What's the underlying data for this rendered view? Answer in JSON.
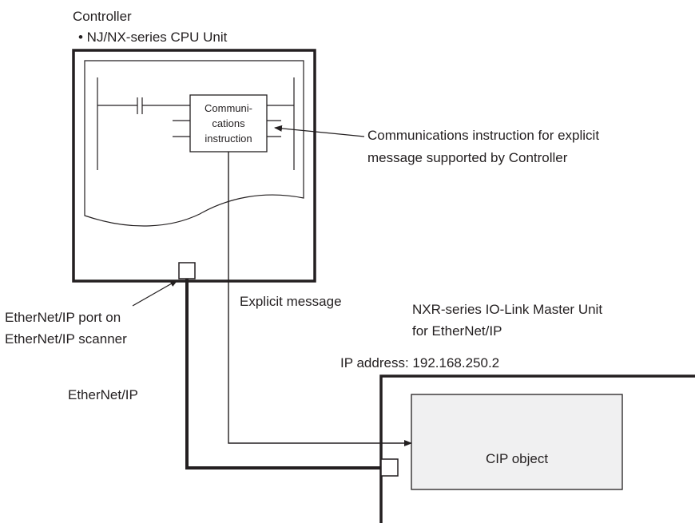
{
  "controller": {
    "title": "Controller",
    "subtitle": "• NJ/NX-series CPU Unit"
  },
  "instruction_block": {
    "line1": "Communi-",
    "line2": "cations",
    "line3": "instruction"
  },
  "callout_instruction": {
    "line1": "Communications instruction for explicit",
    "line2": "message supported by Controller"
  },
  "port_label": {
    "line1": "EtherNet/IP port on",
    "line2": "EtherNet/IP scanner"
  },
  "explicit_message": "Explicit message",
  "network_label": "EtherNet/IP",
  "master_unit": {
    "line1": "NXR-series IO-Link Master Unit",
    "line2": "for EtherNet/IP",
    "ip": "IP address: 192.168.250.2"
  },
  "cip_object": "CIP object",
  "colors": {
    "line": "#231f20",
    "cip_fill": "#f0f0f1"
  }
}
